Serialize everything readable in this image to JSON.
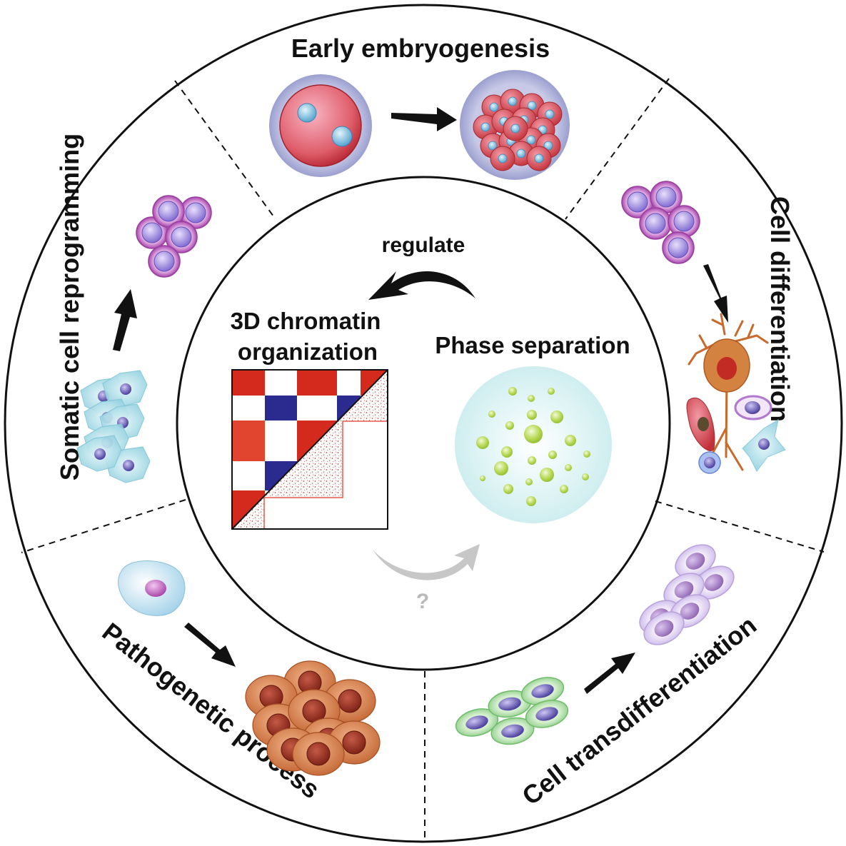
{
  "center": {
    "regulate_label": "regulate",
    "chromatin_label_line1": "3D chromatin",
    "chromatin_label_line2": "organization",
    "phase_label": "Phase separation",
    "unknown_label": "?"
  },
  "sections": {
    "embryogenesis": "Early embryogenesis",
    "differentiation": "Cell differentiation",
    "transdifferentiation": "Cell transdifferentiation",
    "pathogenetic": "Pathogenetic process",
    "reprogramming": "Somatic cell reprogramming"
  },
  "colors": {
    "ring_stroke": "#111111",
    "hic_red": "#d42a1e",
    "hic_blue": "#2b2a8f",
    "droplet_green": "#a9cf45",
    "droplet_halo": "#dff1f3",
    "embryo_red": "#d9414b",
    "embryo_halo": "#a5a9cf",
    "stem_purple": "#b25cb6",
    "stem_nucleus": "#8c79d9",
    "fibroblast_cyan": "#a9dde8",
    "neuron_orange": "#cf6d2b",
    "tumor_orange": "#d47a45",
    "tumor_nucleus": "#9a2a1c",
    "green_cell": "#8ed08a",
    "lavender_cell": "#d9c7ef",
    "inactive_arrow": "#c7c7c7"
  }
}
